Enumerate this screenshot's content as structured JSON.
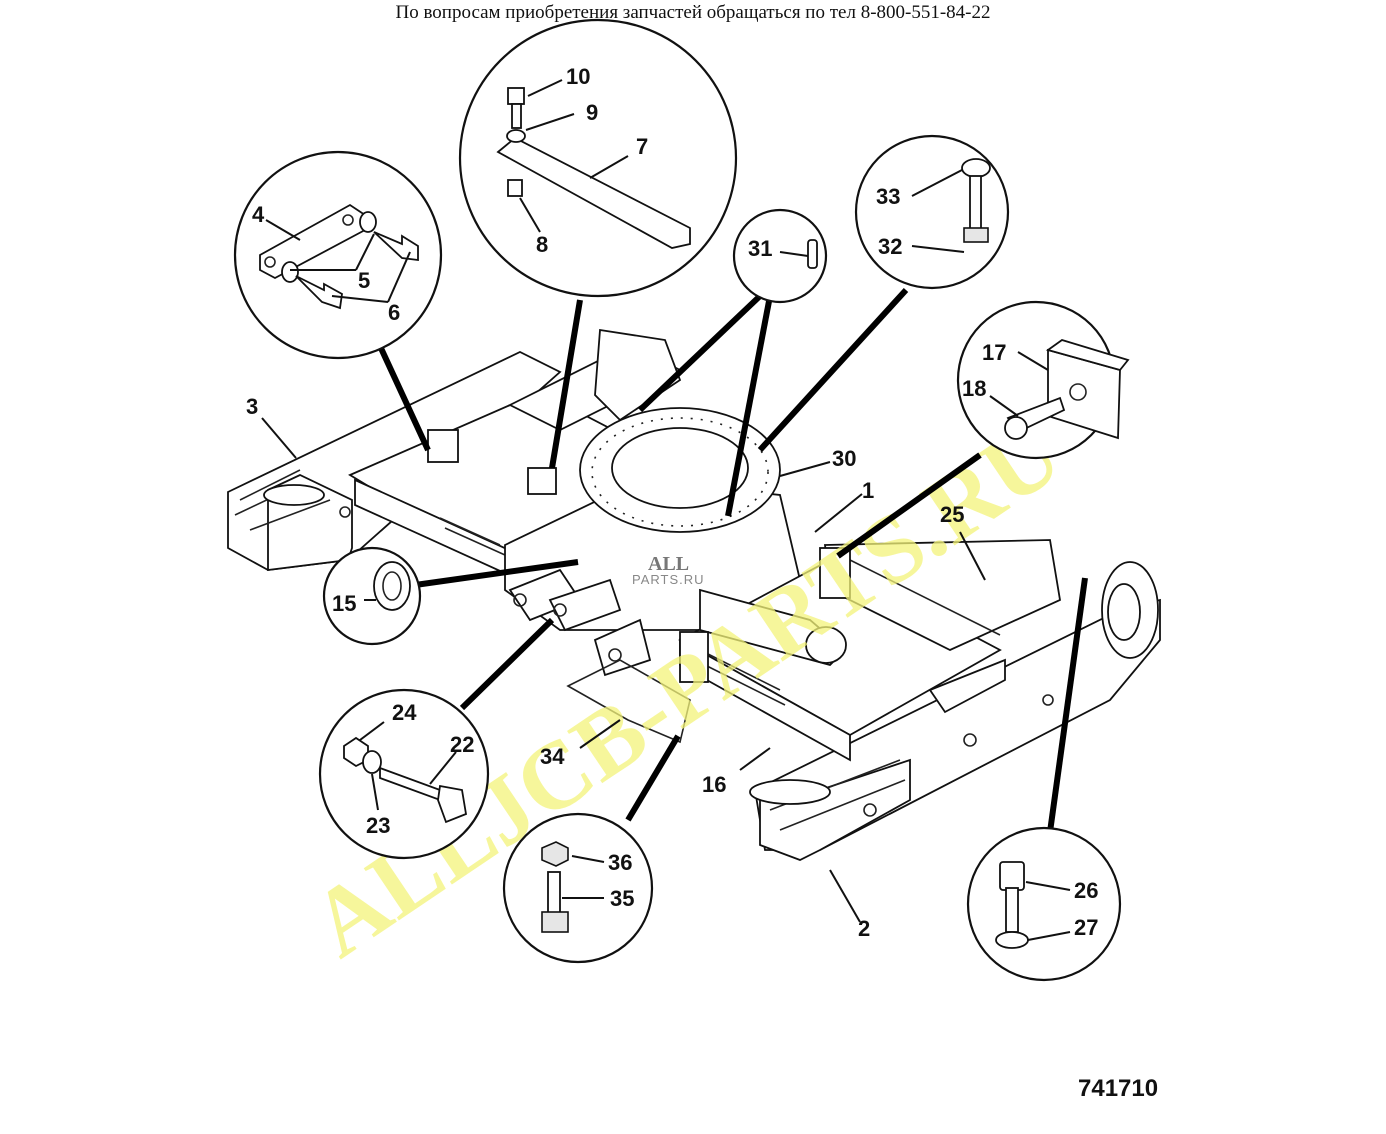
{
  "header": {
    "text": "По вопросам приобретения запчастей обращаться по тел 8-800-551-84-22"
  },
  "watermark": {
    "main": "ALLJCB-PARTS.RU",
    "center_top": "ALL",
    "center_bottom": "PARTS.RU",
    "color": "#f4f47a"
  },
  "drawing_number": "741710",
  "callouts": {
    "c1": "1",
    "c2": "2",
    "c3": "3",
    "c4": "4",
    "c5": "5",
    "c6": "6",
    "c7": "7",
    "c8": "8",
    "c9": "9",
    "c10": "10",
    "c15": "15",
    "c16": "16",
    "c17": "17",
    "c18": "18",
    "c22": "22",
    "c23": "23",
    "c24": "24",
    "c25": "25",
    "c26": "26",
    "c27": "27",
    "c30": "30",
    "c31": "31",
    "c32": "32",
    "c33": "33",
    "c34": "34",
    "c35": "35",
    "c36": "36"
  }
}
